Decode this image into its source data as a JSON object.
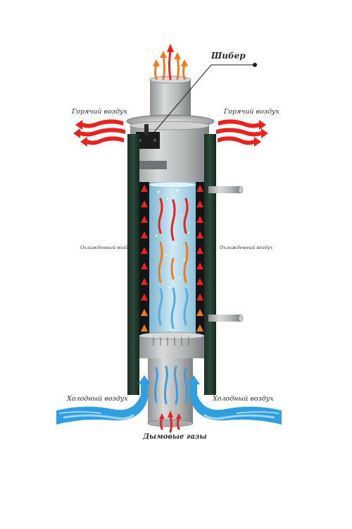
{
  "labels": {
    "damper": "Шибер",
    "hot_air_left": "Горячий воздух",
    "hot_air_right": "Горячий воздух",
    "cooled_air_left": "Охлажденный воздух",
    "cooled_air_right": "Охлажденный воздух",
    "cold_air_left": "Холодный воздух",
    "cold_air_right": "Холодный воздух",
    "flue_gases": "Дымовые газы"
  },
  "colors": {
    "hot_arrow": "#e8231f",
    "flame_arrow": "#f07a1e",
    "cold_arrow": "#3aa0dc",
    "cold_wave": "#2f9fe0",
    "shell": "#1f3a2e",
    "steel": "#b9bcbd",
    "water": "#a9d6ec"
  }
}
